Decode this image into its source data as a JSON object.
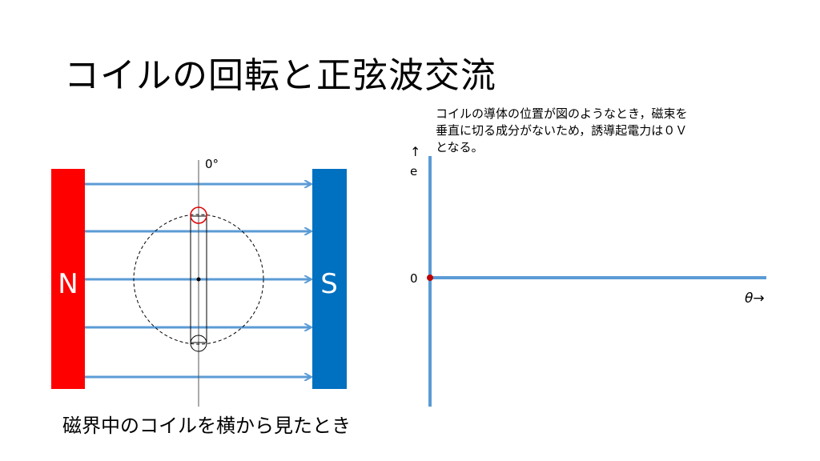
{
  "title": "コイルの回転と正弦波交流",
  "description_lines": [
    "コイルの導体の位置が図のようなとき，磁束を",
    "垂直に切る成分がないため，誘導起電力は０Ｖ",
    "となる。"
  ],
  "caption": "磁界中のコイルを横から見たとき",
  "magnet": {
    "north_label": "N",
    "south_label": "S",
    "north_color": "#ff0000",
    "south_color": "#0070c0"
  },
  "angle_label": "0°",
  "graph": {
    "y_arrow": "↑",
    "y_label": "e",
    "origin_label": "0",
    "x_label": "θ→",
    "axis_color": "#5b9bd5",
    "point_color": "#c00000"
  },
  "field_line_color": "#5b9bd5",
  "conductor_top_color": "#e00000",
  "conductor_bottom_color": "#000000"
}
